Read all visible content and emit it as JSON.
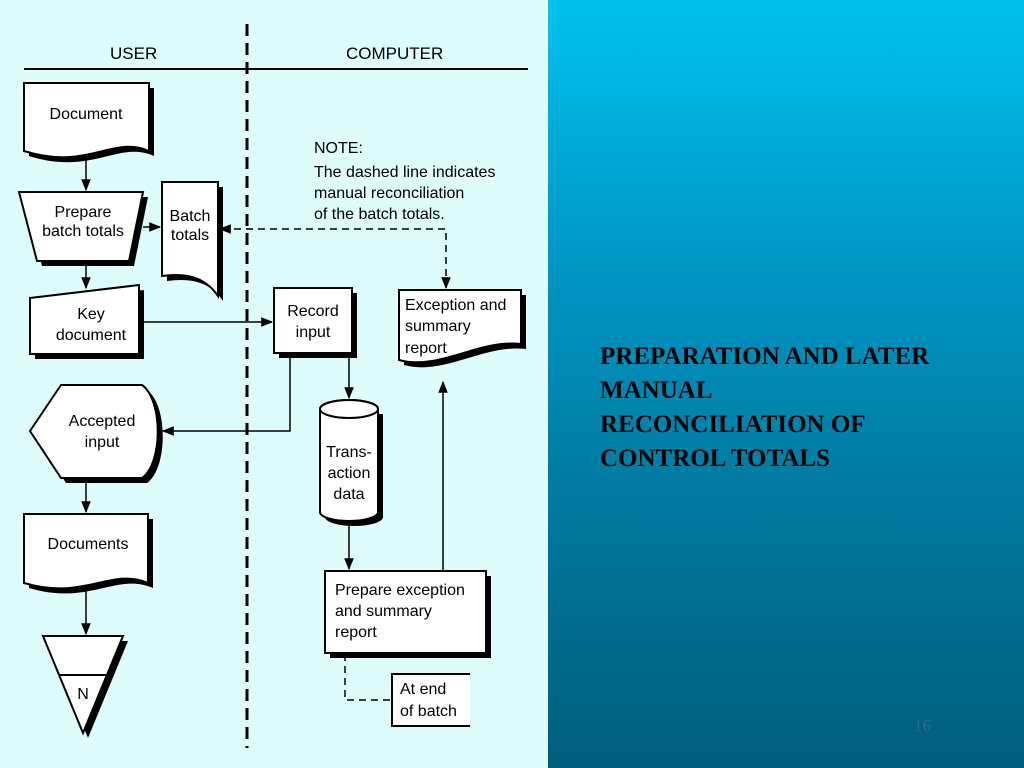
{
  "columns": {
    "user": "USER",
    "computer": "COMPUTER"
  },
  "note": {
    "heading": "NOTE:",
    "lines": [
      "The dashed line indicates",
      "manual reconciliation",
      "of the batch totals."
    ]
  },
  "nodes": {
    "document": [
      "Document"
    ],
    "prepare_batch_totals": [
      "Prepare",
      "batch totals"
    ],
    "batch_totals": [
      "Batch",
      "totals"
    ],
    "key_document": [
      "Key",
      "document"
    ],
    "record_input": [
      "Record",
      "input"
    ],
    "exception_summary_report": [
      "Exception and",
      "summary",
      "report"
    ],
    "accepted_input": [
      "Accepted",
      "input"
    ],
    "transaction_data": [
      "Trans-",
      "action",
      "data"
    ],
    "documents": [
      "Documents"
    ],
    "prepare_exception_report": [
      "Prepare exception",
      "and summary",
      "report"
    ],
    "at_end_of_batch": [
      "At end",
      "of batch"
    ],
    "file_n": [
      "N"
    ]
  },
  "title": {
    "lines": [
      "PREPARATION AND LATER",
      "MANUAL",
      "RECONCILIATION OF",
      "CONTROL TOTALS"
    ]
  },
  "slide_number": "16"
}
